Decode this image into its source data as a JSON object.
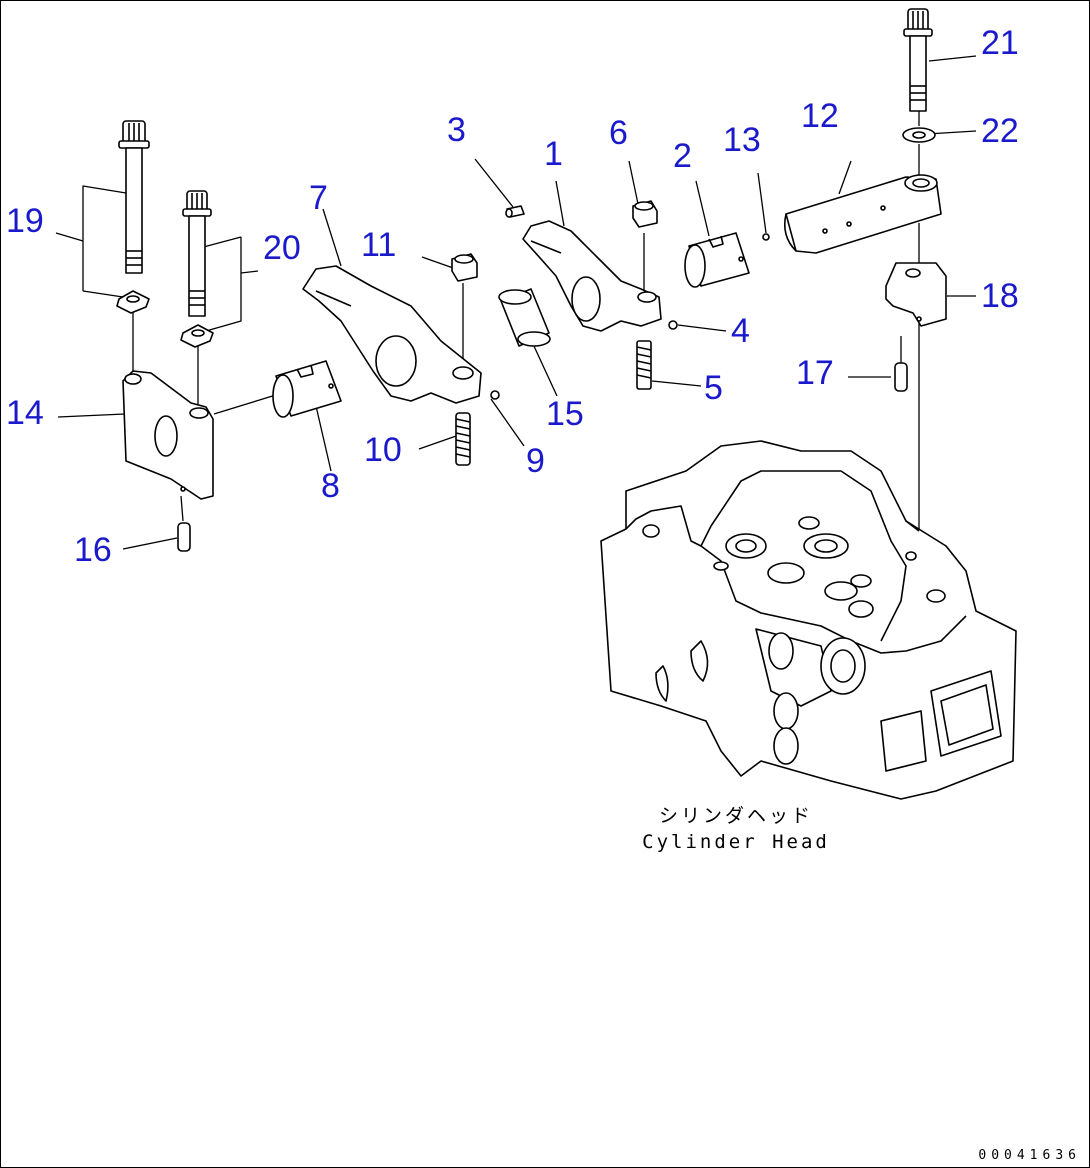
{
  "colors": {
    "callout": "#1a1acc",
    "line": "#000000",
    "background": "#ffffff"
  },
  "callouts": [
    {
      "id": "1",
      "label": "1"
    },
    {
      "id": "2",
      "label": "2"
    },
    {
      "id": "3",
      "label": "3"
    },
    {
      "id": "4",
      "label": "4"
    },
    {
      "id": "5",
      "label": "5"
    },
    {
      "id": "6",
      "label": "6"
    },
    {
      "id": "7",
      "label": "7"
    },
    {
      "id": "8",
      "label": "8"
    },
    {
      "id": "9",
      "label": "9"
    },
    {
      "id": "10",
      "label": "10"
    },
    {
      "id": "11",
      "label": "11"
    },
    {
      "id": "12",
      "label": "12"
    },
    {
      "id": "13",
      "label": "13"
    },
    {
      "id": "14",
      "label": "14"
    },
    {
      "id": "15",
      "label": "15"
    },
    {
      "id": "16",
      "label": "16"
    },
    {
      "id": "17",
      "label": "17"
    },
    {
      "id": "18",
      "label": "18"
    },
    {
      "id": "19",
      "label": "19"
    },
    {
      "id": "20",
      "label": "20"
    },
    {
      "id": "21",
      "label": "21"
    },
    {
      "id": "22",
      "label": "22"
    }
  ],
  "caption": {
    "japanese": "シリンダヘッド",
    "english": "Cylinder Head"
  },
  "doc_id": "00041636"
}
